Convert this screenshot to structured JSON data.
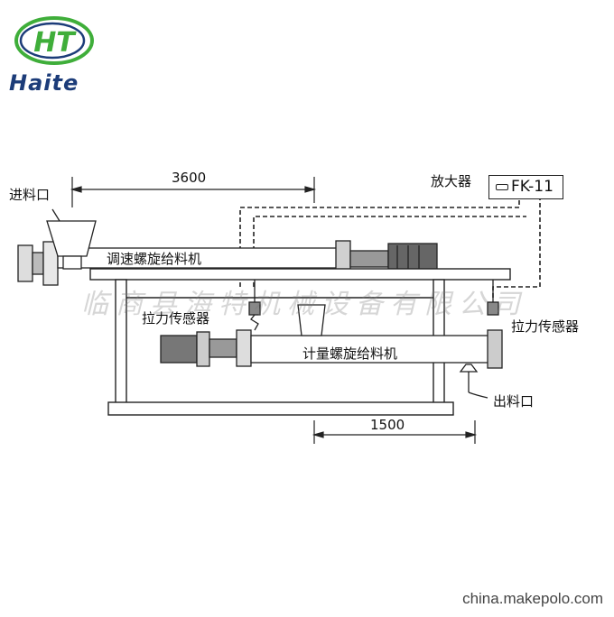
{
  "logo": {
    "monogram": "HT",
    "brand": "Haite",
    "colors": {
      "green": "#3fae3a",
      "blue": "#1c3c79"
    }
  },
  "watermark": "临商县海特机械设备有限公司",
  "source": "china.makepolo.com",
  "dimensions": {
    "top": "3600",
    "bottom": "1500"
  },
  "labels": {
    "inlet": "进料口",
    "amplifier": "放大器",
    "amplifier_model": "FK-11",
    "speed_feeder": "调速螺旋给料机",
    "sensor_left": "拉力传感器",
    "sensor_right": "拉力传感器",
    "metering_feeder": "计量螺旋给料机",
    "outlet": "出料口"
  }
}
